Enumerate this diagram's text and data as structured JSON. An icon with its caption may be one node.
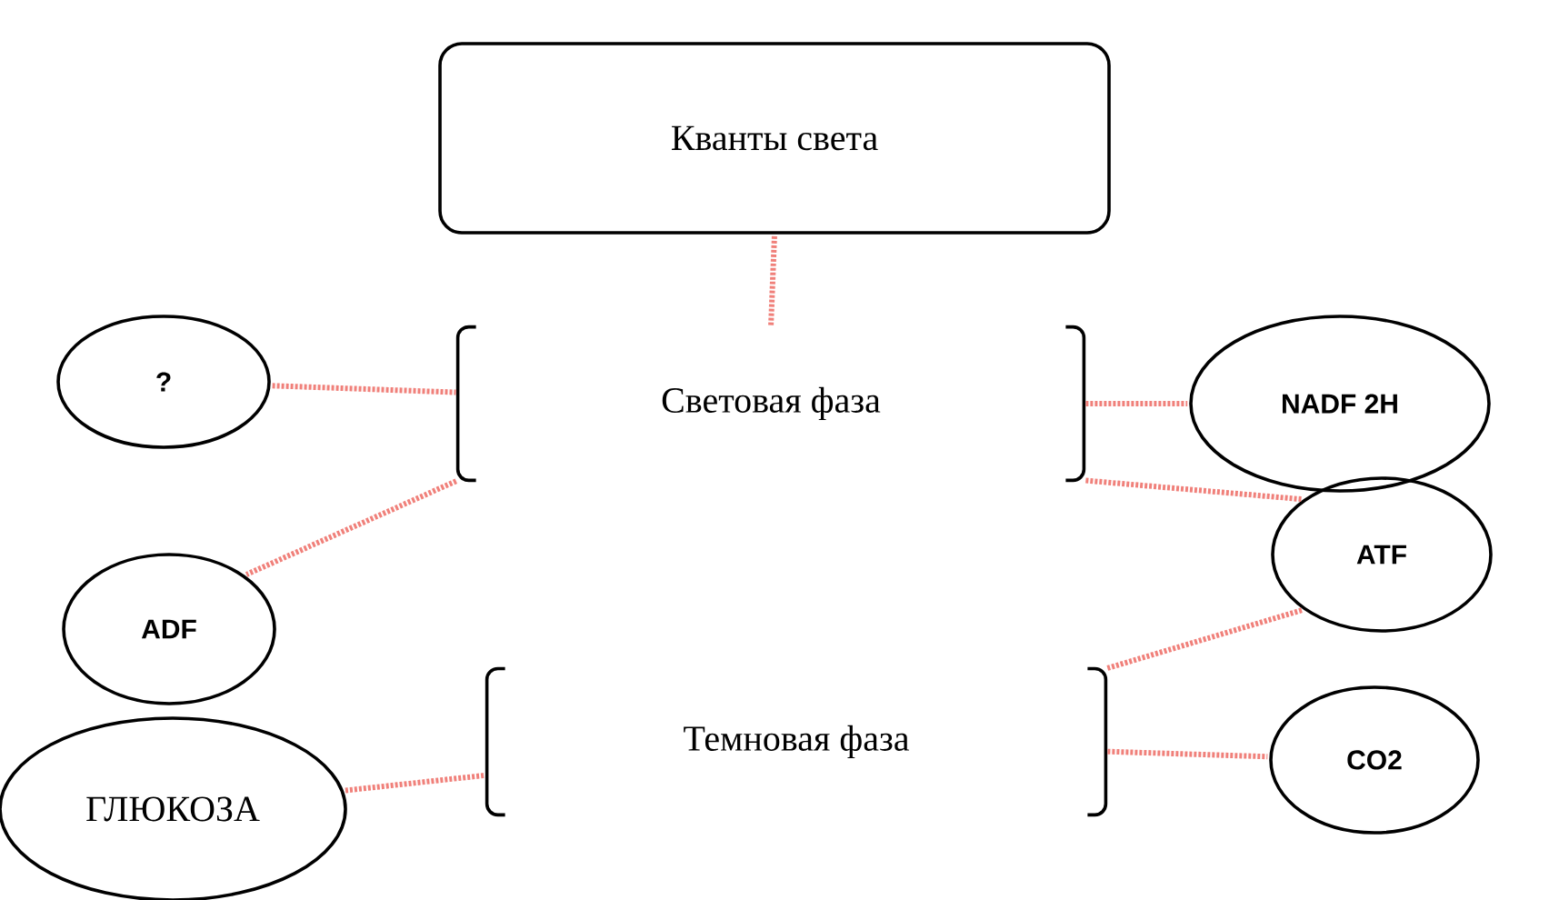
{
  "diagram": {
    "nodes": [
      {
        "text": [
          "Кванты света"
        ]
      },
      {
        "text": [
          "?"
        ]
      },
      {
        "text": [
          "Световая фаза"
        ]
      },
      {
        "text": [
          "NADF  2H"
        ]
      },
      {
        "text": [
          "ATF"
        ]
      },
      {
        "text": [
          "ADF"
        ]
      },
      {
        "text": [
          "ГЛЮКОЗА"
        ]
      },
      {
        "text": [
          "Темновая фаза"
        ]
      },
      {
        "text": [
          "CO2"
        ]
      }
    ],
    "edges": [
      {
        "from": 0,
        "to": 2,
        "arrow": "none"
      },
      {
        "from": 1,
        "to": 2,
        "arrow": "none"
      },
      {
        "from": 2,
        "to": 3,
        "arrow": "none"
      },
      {
        "from": 2,
        "to": 5,
        "arrow": "none"
      },
      {
        "from": 2,
        "to": 4,
        "arrow": "none"
      },
      {
        "from": 4,
        "to": 7,
        "arrow": "none"
      },
      {
        "from": 6,
        "to": 7,
        "arrow": "none"
      },
      {
        "from": 7,
        "to": 8,
        "arrow": "none"
      }
    ]
  }
}
